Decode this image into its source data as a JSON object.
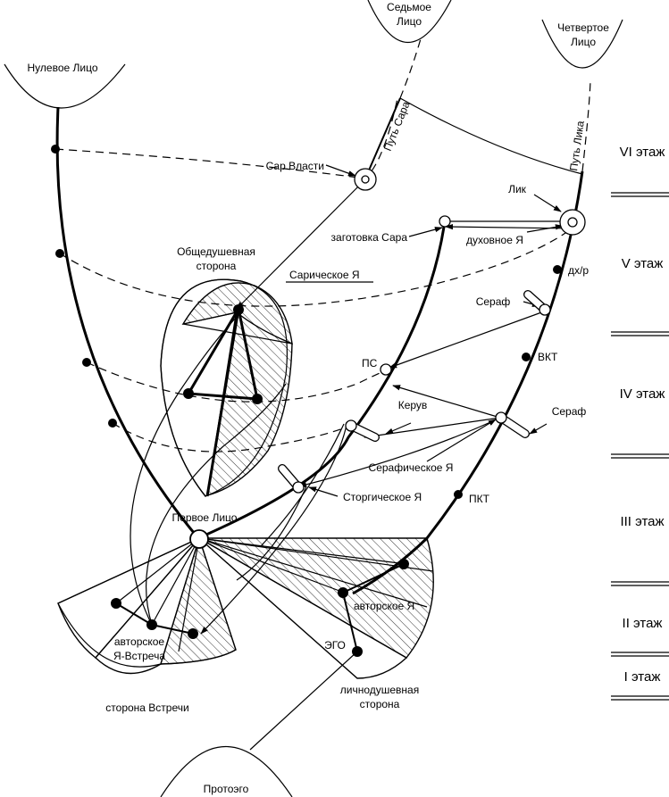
{
  "faces": {
    "zero": "Нулевое Лицо",
    "seventh_line1": "Седьмое",
    "seventh_line2": "Лицо",
    "fourth_line1": "Четвертое",
    "fourth_line2": "Лицо",
    "first": "Первое Лицо",
    "protoego": "Протоэго"
  },
  "paths": {
    "sar": "Путь Сара",
    "lik": "Путь Лика"
  },
  "floors": [
    "VI этаж",
    "V этаж",
    "IV этаж",
    "III этаж",
    "II этаж",
    "I этаж"
  ],
  "labels": {
    "sar_vlasti": "Сар Власти",
    "zagotovka_sara": "заготовка Сара",
    "lik": "Лик",
    "dukhovnoe_ya": "духовное Я",
    "dkh_r": "дх/р",
    "obshchedushevnaya_1": "Общедушевная",
    "obshchedushevnaya_2": "сторона",
    "saricheskoe_ya": "Сарическое Я",
    "seraf_top": "Сераф",
    "seraf_right": "Сераф",
    "vkt": "ВКТ",
    "ps": "ПС",
    "keruv": "Керув",
    "seraficheskoe_ya": "Серафическое Я",
    "storgicheskoe_ya": "Сторгическое Я",
    "pkt": "ПКТ",
    "avtorskoe_ya": "авторское Я",
    "ego": "ЭГО",
    "avtorskoe_vstrecha_1": "авторское",
    "avtorskoe_vstrecha_2": "Я-Встреча",
    "storona_vstrechi": "сторона Встречи",
    "lichnodushevnaya_1": "личнодушевная",
    "lichnodushevnaya_2": "сторона"
  }
}
